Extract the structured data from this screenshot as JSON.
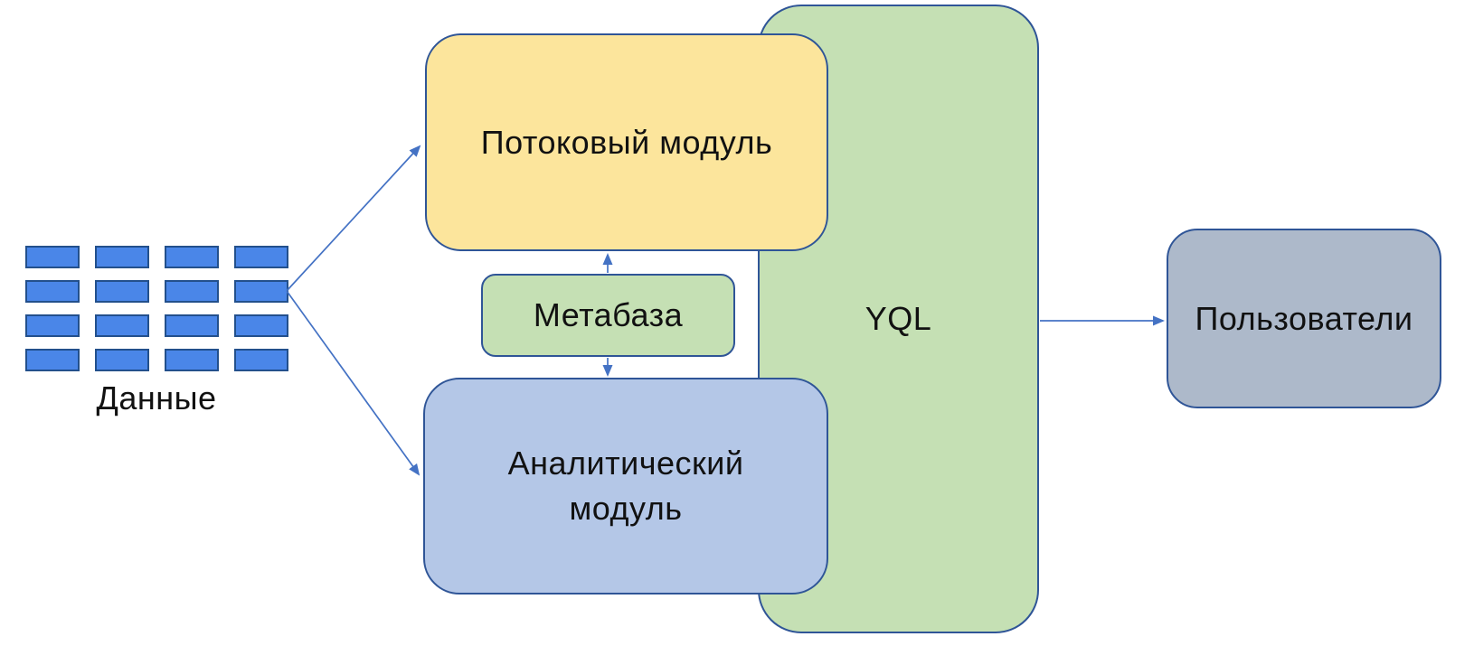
{
  "diagram": {
    "title": "",
    "nodes": {
      "data_source": {
        "label": "Данные"
      },
      "streaming_module": {
        "label": "Потоковый модуль",
        "fill": "#fce59c"
      },
      "metabase": {
        "label": "Метабаза",
        "fill": "#c5e0b4"
      },
      "analytical_module": {
        "label": "Аналитический модуль",
        "fill": "#b4c7e7"
      },
      "yql": {
        "label": "YQL",
        "fill": "#c5e0b4"
      },
      "users": {
        "label": "Пользователи",
        "fill": "#adb9ca"
      }
    },
    "edges": [
      {
        "from": "data_source",
        "to": "streaming_module",
        "direction": "single"
      },
      {
        "from": "data_source",
        "to": "analytical_module",
        "direction": "single"
      },
      {
        "from": "metabase",
        "to": "streaming_module",
        "direction": "single"
      },
      {
        "from": "metabase",
        "to": "analytical_module",
        "direction": "single"
      },
      {
        "from": "yql",
        "to": "users",
        "direction": "single"
      }
    ],
    "data_grid": {
      "rows": 4,
      "cols": 4
    },
    "colors": {
      "node_border": "#2f5597",
      "arrow": "#4472c4",
      "data_block_fill": "#4a86e8",
      "data_block_border": "#23508c",
      "text": "#111111",
      "background": "#ffffff"
    }
  }
}
